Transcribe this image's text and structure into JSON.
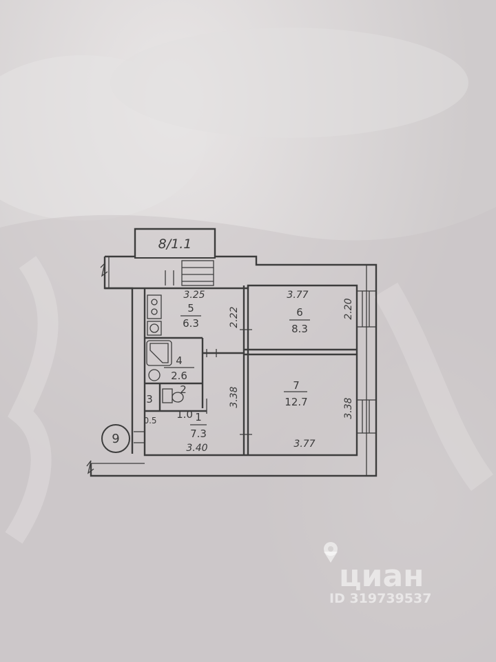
{
  "plan_label": "8/1.1",
  "axis_marker": "9",
  "rooms": [
    {
      "number": "1",
      "area": "7.3"
    },
    {
      "number": "2",
      "area": "1.0"
    },
    {
      "number": "3",
      "area": "0.5"
    },
    {
      "number": "4",
      "area": "2.6"
    },
    {
      "number": "5",
      "area": "6.3"
    },
    {
      "number": "6",
      "area": "8.3"
    },
    {
      "number": "7",
      "area": "12.7"
    }
  ],
  "dimensions": {
    "room5_width": "3.25",
    "room5_height": "2.22",
    "room6_width": "3.77",
    "room6_height": "2.20",
    "room1_height": "3.38",
    "room1_width": "3.40",
    "room7_height": "3.38",
    "room7_width": "3.77"
  },
  "watermark": {
    "brand": "циан",
    "id": "ID 319739537"
  }
}
